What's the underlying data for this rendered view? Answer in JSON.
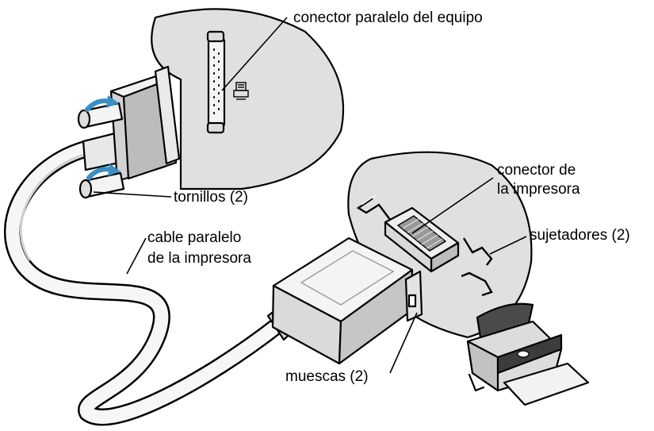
{
  "labels": {
    "computer_connector": "conector paralelo del equipo",
    "printer_connector_line1": "conector de",
    "printer_connector_line2": "la impresora",
    "screws": "tornillos (2)",
    "cable_line1": "cable paralelo",
    "cable_line2": "de la impresora",
    "clips": "sujetadores (2)",
    "notches": "muescas (2)"
  },
  "colors": {
    "callout_fill": "#e0e0e0",
    "metal_light": "#f2f2f2",
    "metal_mid": "#cfcfcf",
    "metal_dark": "#a9a9a9",
    "arrow_blue": "#3a8fc4",
    "printer_dark": "#4a4a4a"
  },
  "icons": {
    "parallel_port": "printer-port-icon",
    "rotate_arrow": "clockwise-arrow-icon"
  }
}
